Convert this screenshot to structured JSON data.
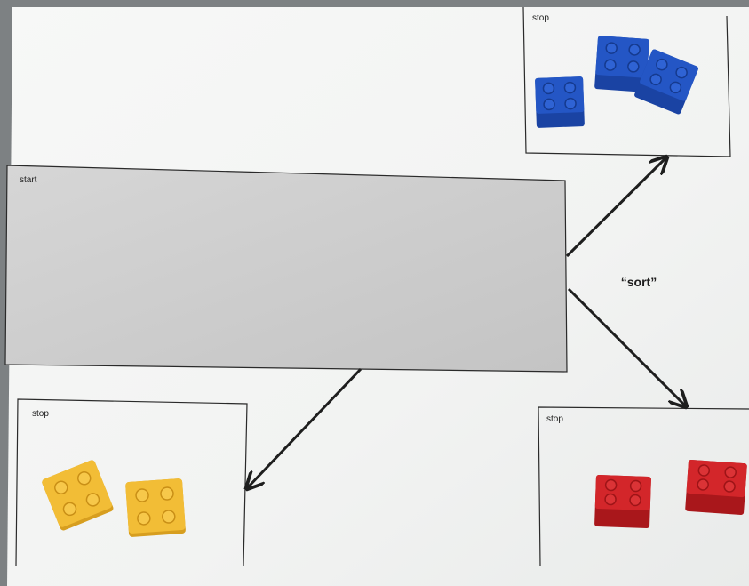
{
  "start_box": {
    "label": "start"
  },
  "stop_boxes": [
    {
      "label": "stop",
      "bricks": "blue"
    },
    {
      "label": "stop",
      "bricks": "yellow"
    },
    {
      "label": "stop",
      "bricks": "red"
    }
  ],
  "arrow_caption": "“sort”",
  "colors": {
    "paper": "#f4f5f4",
    "start_fill": "#cfcfcf",
    "line": "#1e1e1e",
    "blue": "#1f4fb9",
    "yellow": "#f3bd35",
    "red": "#d3262a"
  }
}
